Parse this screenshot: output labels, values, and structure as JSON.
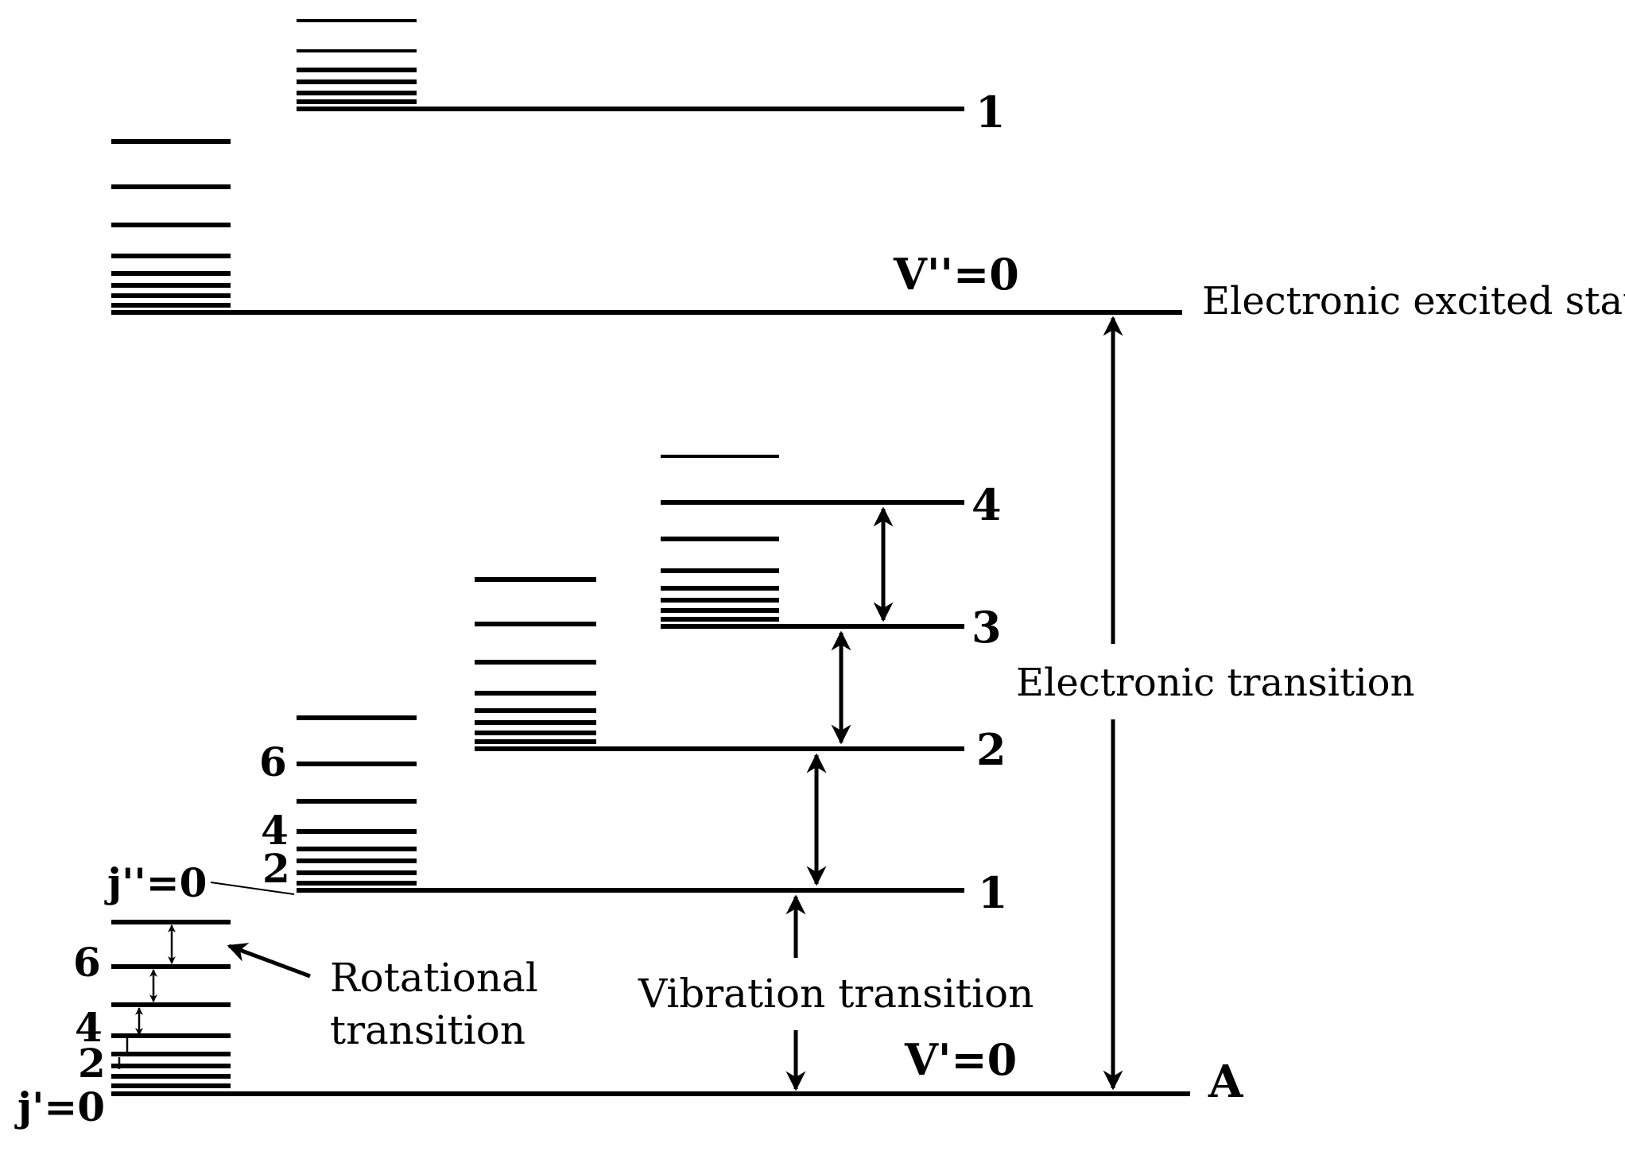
{
  "excited_state": {
    "label": "Electronic excited state",
    "vib_ground_label": "V''=0",
    "vib_level_label": "1"
  },
  "ground_state": {
    "label": "A",
    "vib_ground_label": "V'=0",
    "vib_levels": [
      "1",
      "2",
      "3",
      "4"
    ]
  },
  "rotational_labels": {
    "ground_j": "j'=0",
    "ground_2": "2",
    "ground_4": "4",
    "ground_6": "6",
    "vib1_j": "j''=0",
    "vib1_2": "2",
    "vib1_4": "4",
    "vib1_6": "6"
  },
  "transitions": {
    "electronic": "Electronic transition",
    "vibration": "Vibration transition",
    "rotational_line1": "Rotational",
    "rotational_line2": "transition"
  }
}
